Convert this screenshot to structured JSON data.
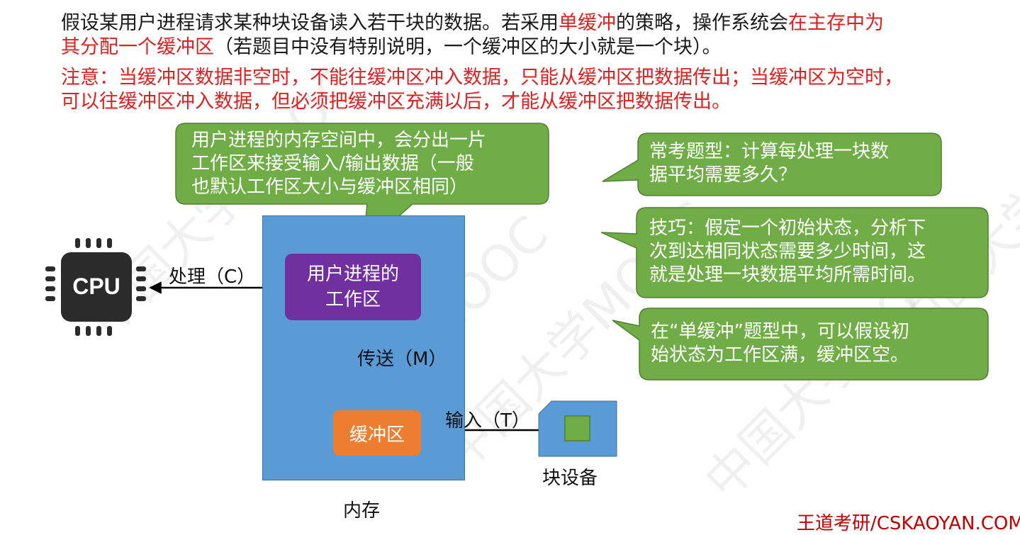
{
  "watermark": "中国大学MOOC",
  "intro": {
    "line1_a": "假设某用户进程请求某种块设备读入若干块的数据。若采用",
    "line1_b": "单缓冲",
    "line1_c": "的策略，操作系统会",
    "line1_d": "在主存中为",
    "line2_a": "其分配一个缓冲区",
    "line2_b": "（若题目中没有特别说明，一个缓冲区的大小就是一个块）。",
    "note_line1": "注意：当缓冲区数据非空时，不能往缓冲区冲入数据，只能从缓冲区把数据传出；当缓冲区为空时，",
    "note_line2": "可以往缓冲区冲入数据，但必须把缓冲区充满以后，才能从缓冲区把数据传出。"
  },
  "diagram": {
    "cpu_label": "CPU",
    "process_label": "处理（C）",
    "workarea_line1": "用户进程的",
    "workarea_line2": "工作区",
    "transfer_label": "传送（M）",
    "buffer_label": "缓冲区",
    "input_label": "输入（T）",
    "device_label": "块设备",
    "memory_label": "内存"
  },
  "callouts": {
    "workarea": [
      "用户进程的内存空间中，会分出一片",
      "工作区来接受输入/输出数据（一般",
      "也默认工作区大小与缓冲区相同）"
    ],
    "question": [
      "常考题型：计算每处理一块数",
      "据平均需要多久？"
    ],
    "technique": [
      "技巧：假定一个初始状态，分析下",
      "次到达相同状态需要多少时间，这",
      "就是处理一块数据平均所需时间。"
    ],
    "assumption": [
      "在“单缓冲”题型中，可以假设初",
      "始状态为工作区满，缓冲区空。"
    ]
  },
  "colors": {
    "callout_fill": "#70ad47",
    "callout_border": "#507e32",
    "memory_fill": "#5b9bd5",
    "workarea_fill": "#7030a0",
    "buffer_fill": "#ed7d31",
    "highlight_red": "#e02020"
  },
  "footer": "王道考研/CSKAOYAN.COM"
}
